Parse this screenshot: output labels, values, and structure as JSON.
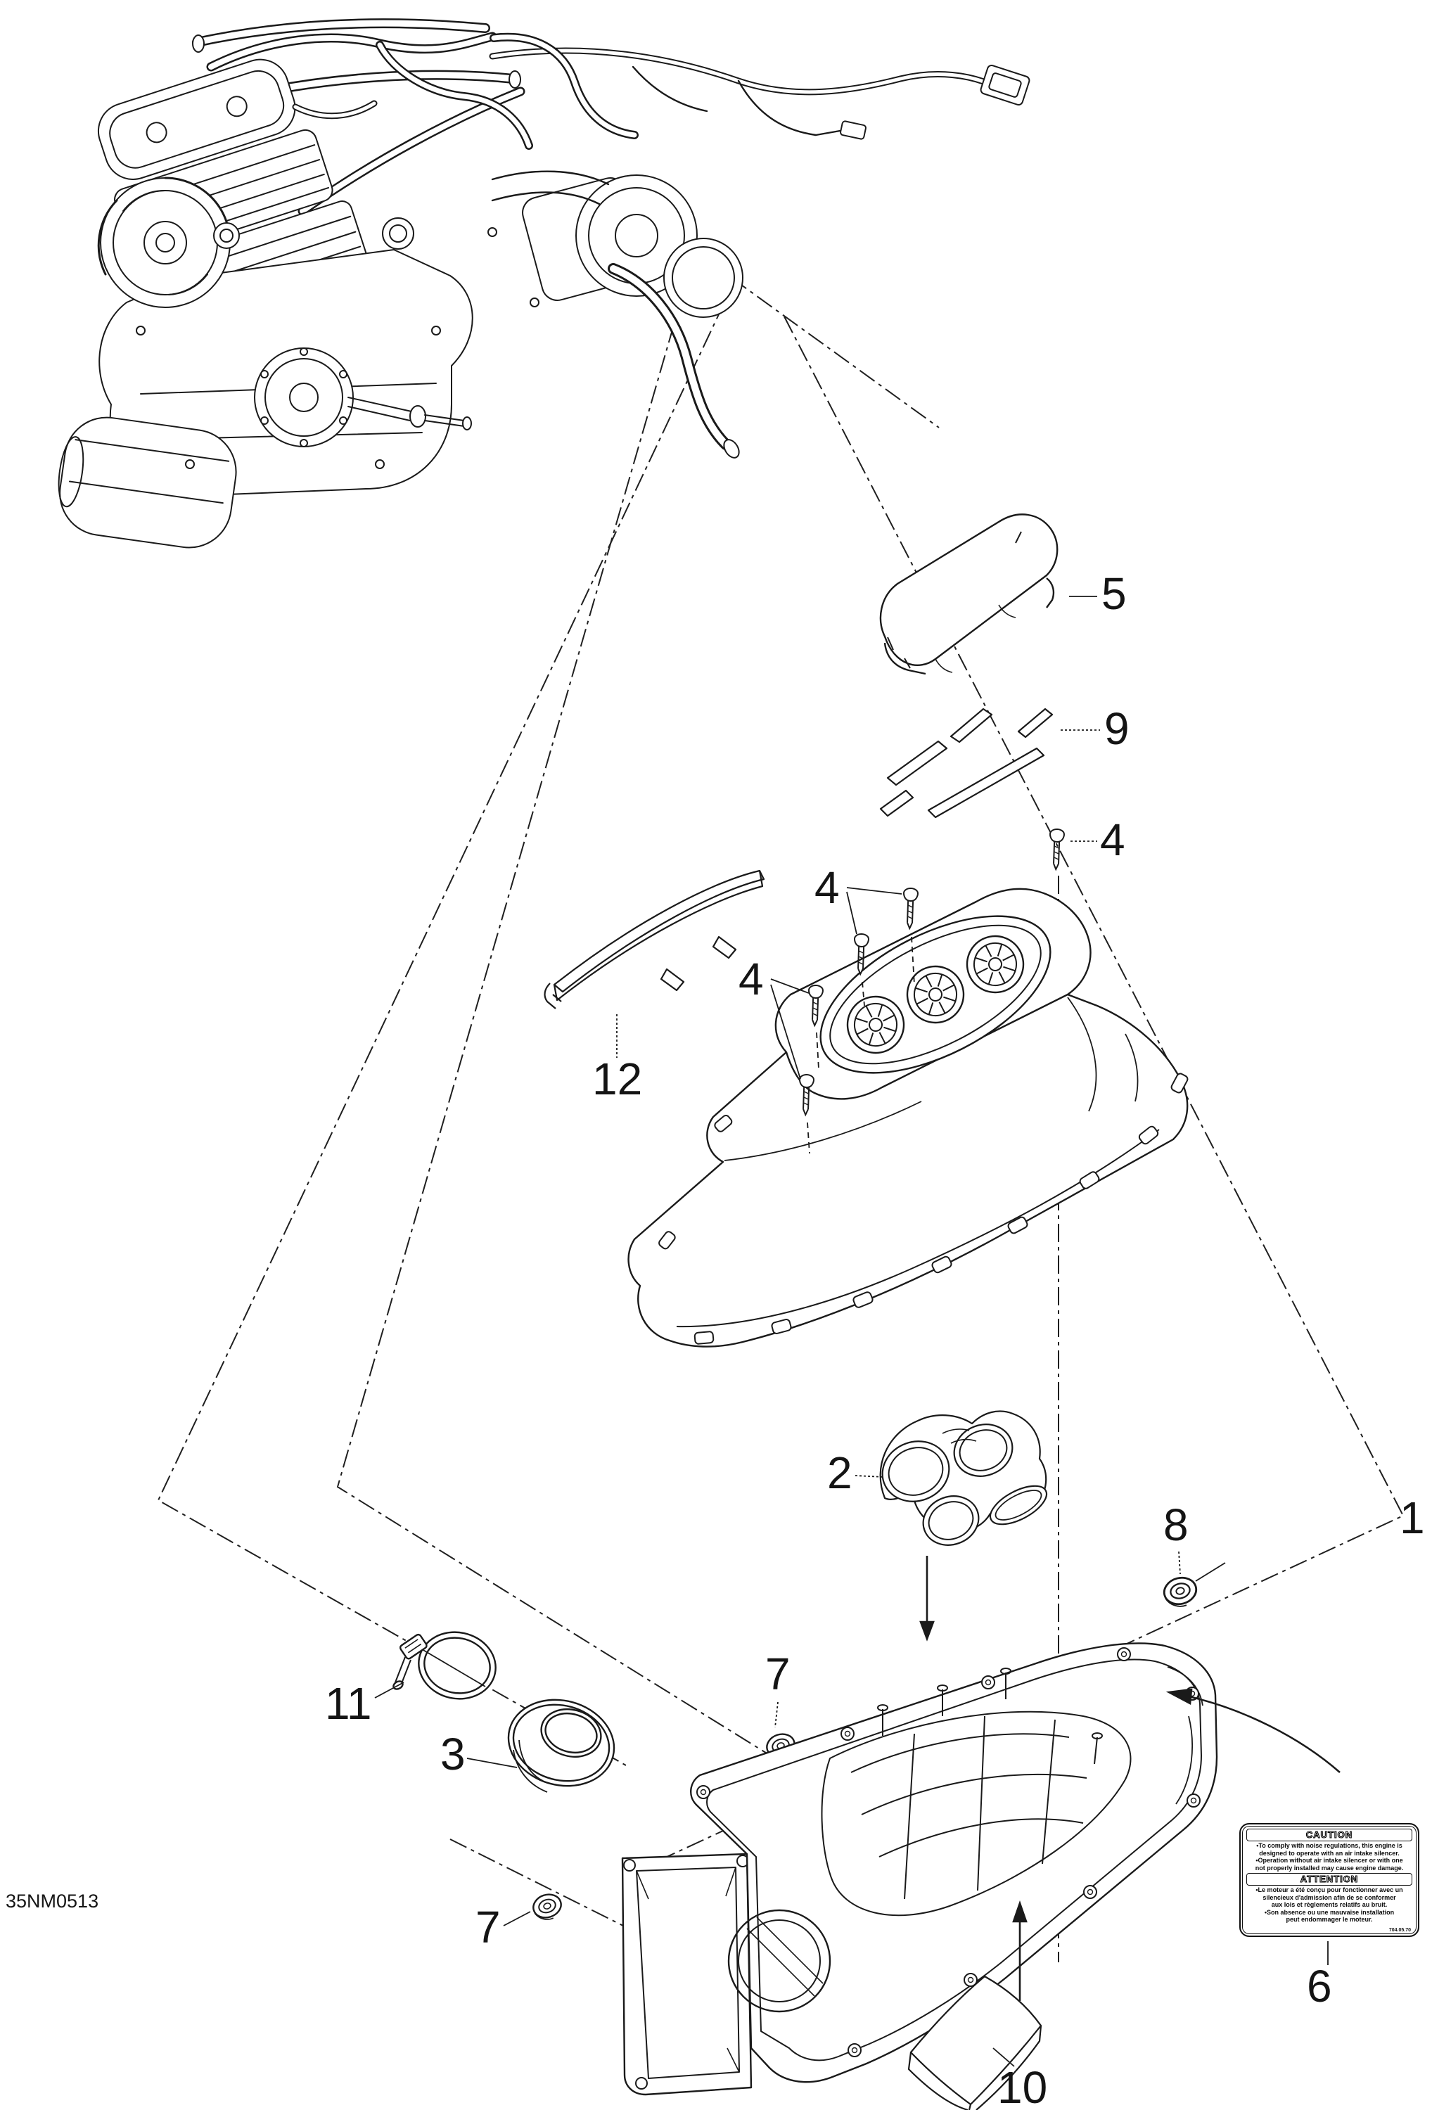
{
  "diagram": {
    "drawing_code": "35NM0513",
    "callouts": [
      {
        "part": "intake-silencer-pad",
        "label": "5"
      },
      {
        "part": "adhesive-strips",
        "label": "9"
      },
      {
        "part": "screw-top",
        "label": "4"
      },
      {
        "part": "screw-mid-pair",
        "label": "4"
      },
      {
        "part": "screw-left-pair",
        "label": "4"
      },
      {
        "part": "access-cover",
        "label": "12"
      },
      {
        "part": "intake-adaptor",
        "label": "2"
      },
      {
        "part": "grommet-rear",
        "label": "8"
      },
      {
        "part": "lower-housing",
        "label": "1"
      },
      {
        "part": "hose-clamp",
        "label": "11"
      },
      {
        "part": "sealing-ring",
        "label": "3"
      },
      {
        "part": "grommet-upper",
        "label": "7"
      },
      {
        "part": "grommet-lower",
        "label": "7"
      },
      {
        "part": "caution-decal",
        "label": "6"
      },
      {
        "part": "foam-pad",
        "label": "10"
      }
    ],
    "caution_label": {
      "caution_title": "CAUTION",
      "caution_text": "•To comply with noise regulations, this engine is\ndesigned to operate with an air intake silencer.\n•Operation without air intake silencer or with one\nnot properly installed may cause engine damage.",
      "attention_title": "ATTENTION",
      "attention_text": "•Le moteur a été conçu pour fonctionner avec un\nsilencieux d'admission afin de se conformer\naux lois et règlements relatifs au bruit.\n•Son absence ou une mauvaise installation\npeut endommager le moteur.",
      "code": "704.05.70"
    }
  }
}
